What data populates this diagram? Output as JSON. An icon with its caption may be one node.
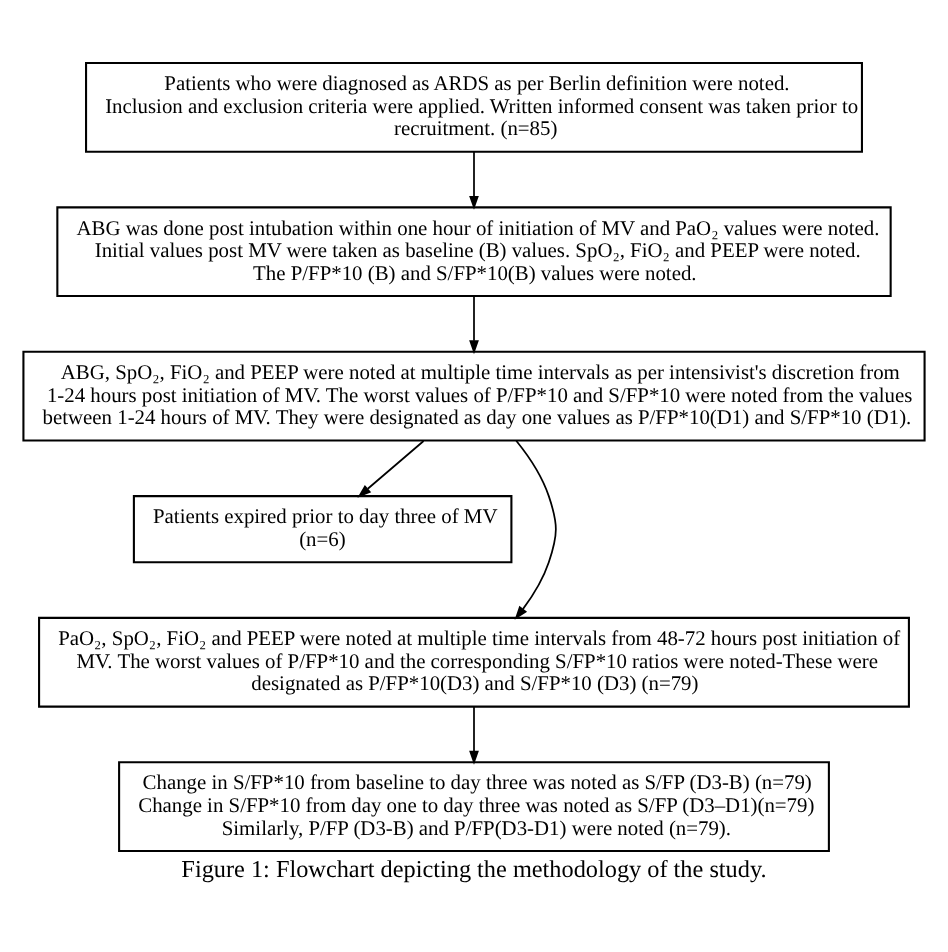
{
  "diagram": {
    "caption": "Figure 1: Flowchart depicting the methodology of the study.",
    "nodes": [
      {
        "text": [
          "Patients who were diagnosed as ARDS as per Berlin definition were noted.",
          "Inclusion and exclusion criteria were applied. Written informed consent was taken prior to recruitment. (n=85)"
        ]
      },
      {
        "text": [
          "ABG was done post intubation within one hour of initiation of MV and PaO₂ values were noted.",
          "Initial values post MV were taken as baseline (B) values. SpO₂, FiO₂ and PEEP were noted.",
          "The P/FP*10 (B) and S/FP*10(B) values were noted."
        ]
      },
      {
        "text": [
          "ABG, SpO₂, FiO₂ and PEEP were noted at multiple time intervals as per intensivist's discretion from 1-24 hours post initiation of MV. The worst values of P/FP*10 and S/FP*10 were noted from the values between 1-24 hours of MV. They were designated as day one values as P/FP*10(D1) and S/FP*10 (D1)."
        ]
      },
      {
        "text": [
          "Patients expired prior to day three of MV (n=6)"
        ]
      },
      {
        "text": [
          "PaO₂, SpO₂, FiO₂ and PEEP were noted at multiple time intervals from 48-72 hours post initiation of MV. The worst values of P/FP*10 and the corresponding S/FP*10 ratios were noted-These were designated as P/FP*10(D3) and S/FP*10 (D3) (n=79)"
        ]
      },
      {
        "text": [
          "Change in S/FP*10 from baseline to day three was noted as S/FP (D3-B) (n=79)",
          "Change in S/FP*10 from day one to day three was noted as S/FP (D3–D1)(n=79)",
          "Similarly, P/FP (D3-B) and P/FP(D3-D1) were noted (n=79)."
        ]
      }
    ],
    "edges": [
      {
        "from": 0,
        "to": 1,
        "arrow": "to"
      },
      {
        "from": 1,
        "to": 2,
        "arrow": "to"
      },
      {
        "from": 2,
        "to": 3,
        "arrow": "to"
      },
      {
        "from": 2,
        "to": 4,
        "arrow": "to"
      },
      {
        "from": 4,
        "to": 5,
        "arrow": "to"
      }
    ]
  }
}
